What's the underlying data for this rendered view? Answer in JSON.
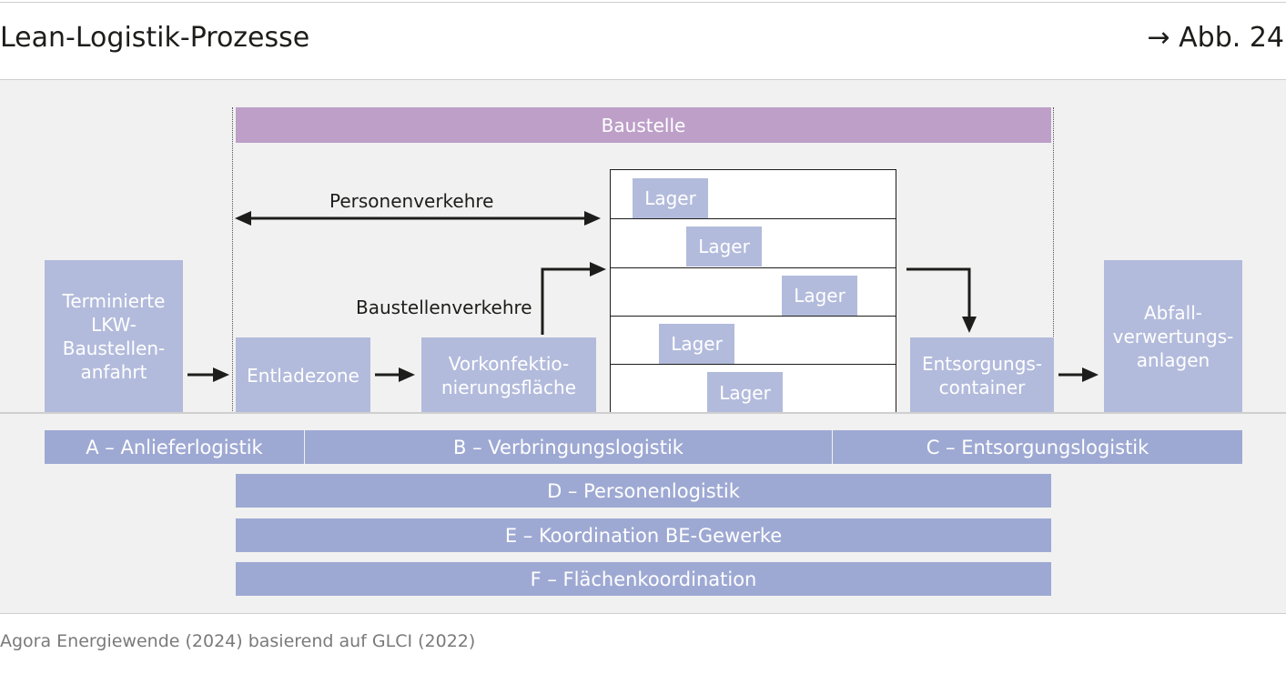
{
  "header": {
    "title": "Lean-Logistik-Prozesse",
    "figure_ref": "→ Abb. 24"
  },
  "diagram": {
    "site_label": "Baustelle",
    "people_traffic_label": "Personenverkehre",
    "site_traffic_label": "Baustellenverkehre",
    "stations": {
      "truck_arrival": "Terminierte\nLKW-\nBaustellen-\nanfahrt",
      "unloading_zone": "Entladezone",
      "prefab_area": "Vorkonfektio-\nnierungsfläche",
      "waste_container": "Entsorgungs-\ncontainer",
      "recycling_plants": "Abfall-\nverwertungs-\nanlagen"
    },
    "storage_label": "Lager",
    "bands": {
      "a": "A – Anlieferlogistik",
      "b": "B – Verbringungslogistik",
      "c": "C – Entsorgungslogistik",
      "d": "D – Personenlogistik",
      "e": "E – Koordination BE-Gewerke",
      "f": "F – Flächenkoordination"
    }
  },
  "source": "Agora Energiewende (2024) basierend auf GLCI (2022)"
}
